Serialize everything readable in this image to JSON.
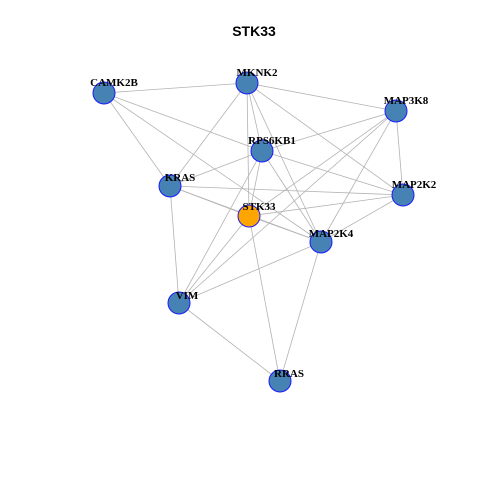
{
  "title": "STK33",
  "colors": {
    "node_fill": "#4682b4",
    "node_stroke": "#1a1aff",
    "center_fill": "#ffa500",
    "edge": "#b3b3b3"
  },
  "nodes": [
    {
      "id": "STK33",
      "label": "STK33",
      "center": true
    },
    {
      "id": "MKNK2",
      "label": "MKNK2"
    },
    {
      "id": "CAMK2B",
      "label": "CAMK2B"
    },
    {
      "id": "MAP3K8",
      "label": "MAP3K8"
    },
    {
      "id": "RPS6KB1",
      "label": "RPS6KB1"
    },
    {
      "id": "KRAS",
      "label": "KRAS"
    },
    {
      "id": "MAP2K2",
      "label": "MAP2K2"
    },
    {
      "id": "MAP2K4",
      "label": "MAP2K4"
    },
    {
      "id": "VIM",
      "label": "VIM"
    },
    {
      "id": "RRAS",
      "label": "RRAS"
    }
  ],
  "edges": [
    [
      "CAMK2B",
      "MKNK2"
    ],
    [
      "CAMK2B",
      "RPS6KB1"
    ],
    [
      "CAMK2B",
      "KRAS"
    ],
    [
      "CAMK2B",
      "MAP2K4"
    ],
    [
      "MKNK2",
      "MAP3K8"
    ],
    [
      "MKNK2",
      "RPS6KB1"
    ],
    [
      "MKNK2",
      "KRAS"
    ],
    [
      "MKNK2",
      "STK33"
    ],
    [
      "MKNK2",
      "MAP2K2"
    ],
    [
      "MKNK2",
      "MAP2K4"
    ],
    [
      "MAP3K8",
      "RPS6KB1"
    ],
    [
      "MAP3K8",
      "MAP2K2"
    ],
    [
      "MAP3K8",
      "MAP2K4"
    ],
    [
      "MAP3K8",
      "STK33"
    ],
    [
      "MAP3K8",
      "VIM"
    ],
    [
      "RPS6KB1",
      "KRAS"
    ],
    [
      "RPS6KB1",
      "STK33"
    ],
    [
      "RPS6KB1",
      "MAP2K2"
    ],
    [
      "RPS6KB1",
      "MAP2K4"
    ],
    [
      "RPS6KB1",
      "VIM"
    ],
    [
      "KRAS",
      "STK33"
    ],
    [
      "KRAS",
      "MAP2K2"
    ],
    [
      "KRAS",
      "MAP2K4"
    ],
    [
      "KRAS",
      "VIM"
    ],
    [
      "STK33",
      "MAP2K2"
    ],
    [
      "STK33",
      "MAP2K4"
    ],
    [
      "STK33",
      "VIM"
    ],
    [
      "STK33",
      "RRAS"
    ],
    [
      "MAP2K2",
      "MAP2K4"
    ],
    [
      "MAP2K4",
      "VIM"
    ],
    [
      "MAP2K4",
      "RRAS"
    ],
    [
      "VIM",
      "RRAS"
    ]
  ]
}
